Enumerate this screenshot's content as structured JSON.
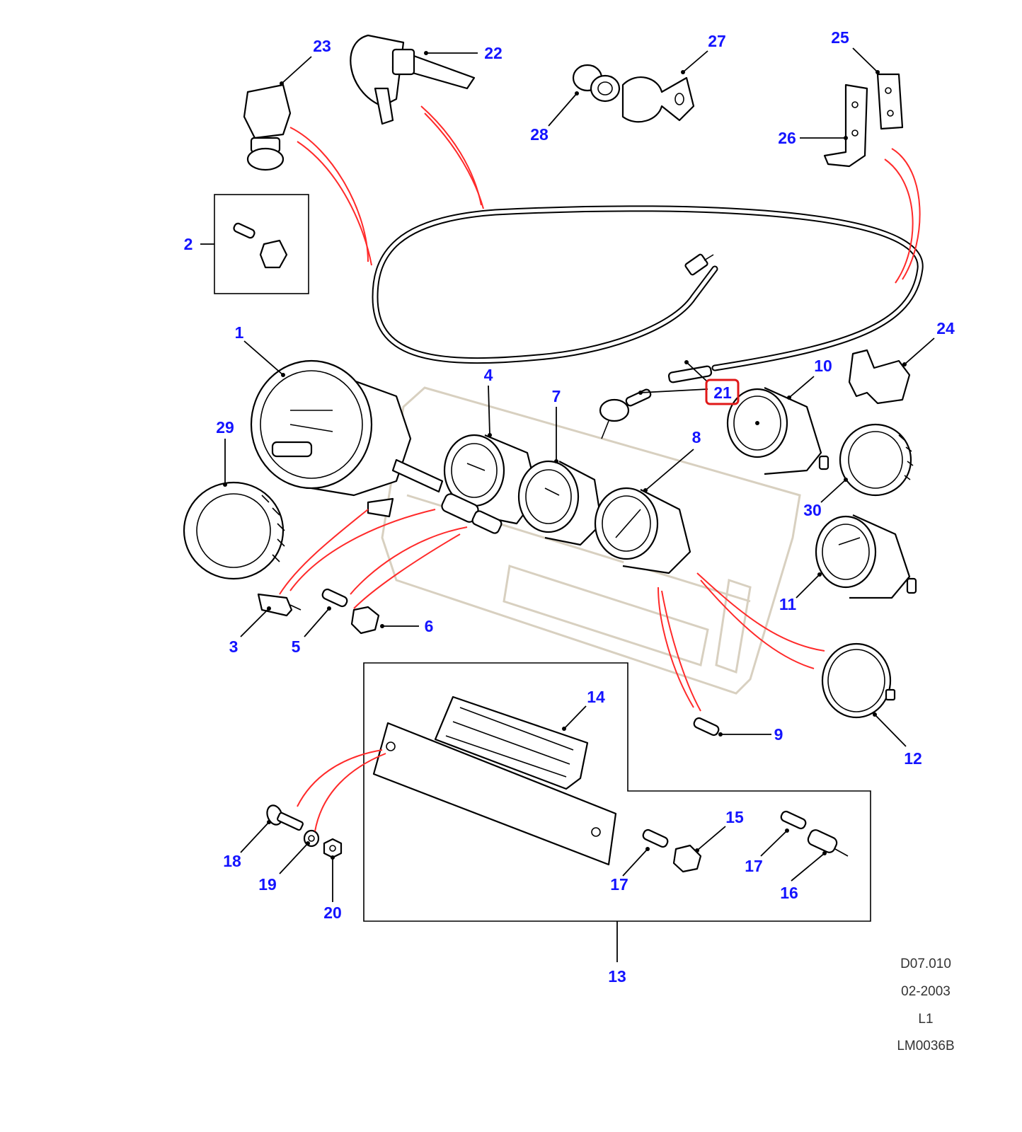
{
  "callouts": [
    {
      "id": "1",
      "label": "1"
    },
    {
      "id": "2",
      "label": "2"
    },
    {
      "id": "3",
      "label": "3"
    },
    {
      "id": "4",
      "label": "4"
    },
    {
      "id": "5",
      "label": "5"
    },
    {
      "id": "6",
      "label": "6"
    },
    {
      "id": "7",
      "label": "7"
    },
    {
      "id": "8",
      "label": "8"
    },
    {
      "id": "9",
      "label": "9"
    },
    {
      "id": "10",
      "label": "10"
    },
    {
      "id": "11",
      "label": "11"
    },
    {
      "id": "12",
      "label": "12"
    },
    {
      "id": "13",
      "label": "13"
    },
    {
      "id": "14",
      "label": "14"
    },
    {
      "id": "15",
      "label": "15"
    },
    {
      "id": "16",
      "label": "16"
    },
    {
      "id": "17a",
      "label": "17"
    },
    {
      "id": "17b",
      "label": "17"
    },
    {
      "id": "18",
      "label": "18"
    },
    {
      "id": "19",
      "label": "19"
    },
    {
      "id": "20",
      "label": "20"
    },
    {
      "id": "21",
      "label": "21",
      "highlighted": true
    },
    {
      "id": "22",
      "label": "22"
    },
    {
      "id": "23",
      "label": "23"
    },
    {
      "id": "24",
      "label": "24"
    },
    {
      "id": "25",
      "label": "25"
    },
    {
      "id": "26",
      "label": "26"
    },
    {
      "id": "27",
      "label": "27"
    },
    {
      "id": "28",
      "label": "28"
    },
    {
      "id": "29",
      "label": "29"
    },
    {
      "id": "30",
      "label": "30"
    }
  ],
  "footer": {
    "drawing_ref": "D07.010",
    "date": "02-2003",
    "level": "L1",
    "illustration_id": "LM0036B"
  },
  "colors": {
    "callout_text": "#1414ff",
    "reference_lines": "#ff2a2a",
    "highlight_box": "#e01818",
    "line_art": "#000000"
  }
}
